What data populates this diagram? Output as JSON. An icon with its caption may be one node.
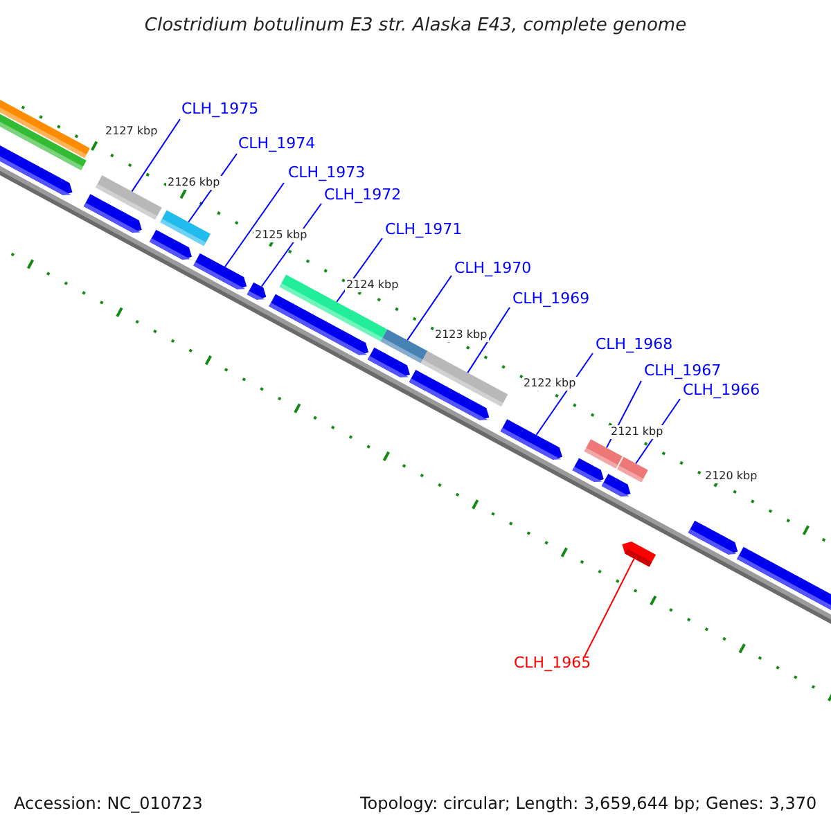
{
  "diagram": {
    "title": "Clostridium botulinum E3 str. Alaska E43, complete genome",
    "nodes": [
      {
        "text": [
          "CLH_1975"
        ]
      },
      {
        "text": [
          "CLH_1974"
        ]
      },
      {
        "text": [
          "CLH_1973"
        ]
      },
      {
        "text": [
          "CLH_1972"
        ]
      },
      {
        "text": [
          "CLH_1971"
        ]
      },
      {
        "text": [
          "CLH_1970"
        ]
      },
      {
        "text": [
          "CLH_1969"
        ]
      },
      {
        "text": [
          "CLH_1968"
        ]
      },
      {
        "text": [
          "CLH_1967"
        ]
      },
      {
        "text": [
          "CLH_1966"
        ]
      },
      {
        "text": [
          "CLH_1965"
        ]
      },
      {
        "text": [],
        "shape": "bar"
      },
      {
        "text": [],
        "shape": "bar"
      },
      {
        "text": [],
        "shape": "bar"
      },
      {
        "text": [],
        "shape": "bar"
      },
      {
        "text": [],
        "shape": "bar"
      },
      {
        "text": [],
        "shape": "bar"
      },
      {
        "text": [],
        "shape": "bar"
      },
      {
        "text": [],
        "shape": "bar"
      },
      {
        "text": [],
        "shape": "bar"
      },
      {
        "text": [],
        "shape": "bar"
      },
      {
        "text": [],
        "shape": "bar"
      },
      {
        "text": [],
        "shape": "bar"
      },
      {
        "text": [],
        "shape": "bar"
      },
      {
        "text": [],
        "shape": "bar"
      },
      {
        "text": [],
        "shape": "bar"
      },
      {
        "text": [],
        "shape": "bar"
      },
      {
        "text": [],
        "shape": "bar"
      },
      {
        "text": [],
        "shape": "bar"
      },
      {
        "text": [],
        "shape": "bar"
      },
      {
        "text": [],
        "shape": "bar"
      },
      {
        "text": [],
        "shape": "bar"
      },
      {
        "text": [],
        "shape": "bar"
      },
      {
        "text": [],
        "shape": "bar"
      }
    ],
    "edges": [
      {
        "from": 0,
        "to": 15,
        "arrow": "none"
      },
      {
        "from": 1,
        "to": 17,
        "arrow": "none"
      },
      {
        "from": 2,
        "to": 18,
        "arrow": "none"
      },
      {
        "from": 3,
        "to": 19,
        "arrow": "none"
      },
      {
        "from": 4,
        "to": 21,
        "arrow": "none"
      },
      {
        "from": 5,
        "to": 23,
        "arrow": "none"
      },
      {
        "from": 6,
        "to": 25,
        "arrow": "none"
      },
      {
        "from": 7,
        "to": 26,
        "arrow": "none"
      },
      {
        "from": 8,
        "to": 28,
        "arrow": "none"
      },
      {
        "from": 9,
        "to": 30,
        "arrow": "none"
      },
      {
        "from": 10,
        "to": 31,
        "arrow": "none",
        "color": "#ff0000"
      }
    ],
    "labels": [
      "2127 kbp",
      "2126 kbp",
      "2125 kbp",
      "2124 kbp",
      "2123 kbp",
      "2122 kbp",
      "2121 kbp",
      "2120 kbp",
      "Accession: NC_010723",
      "Topology: circular; Length: 3,659,644 bp; Genes: 3,370"
    ]
  }
}
